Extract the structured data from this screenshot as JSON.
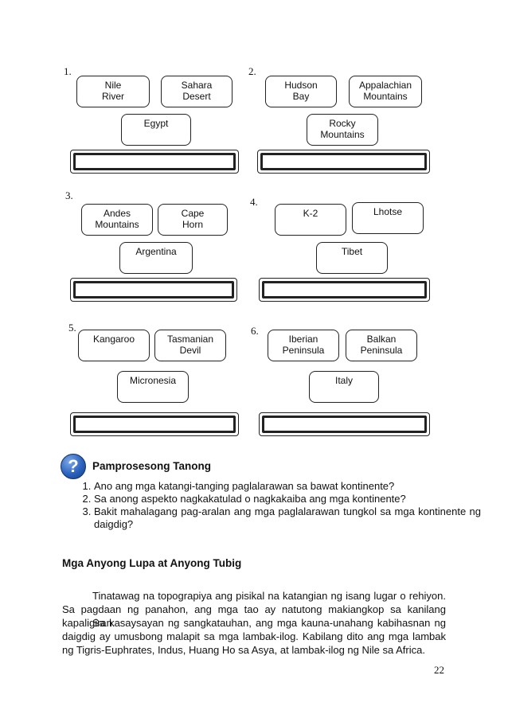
{
  "exercises": [
    {
      "number": "1.",
      "boxes": [
        "Nile\nRiver",
        "Sahara\nDesert",
        "Egypt"
      ]
    },
    {
      "number": "2.",
      "boxes": [
        "Hudson\nBay",
        "Appalachian\nMountains",
        "Rocky\nMountains"
      ]
    },
    {
      "number": "3.",
      "boxes": [
        "Andes\nMountains",
        "Cape\nHorn",
        "Argentina"
      ]
    },
    {
      "number": "4.",
      "boxes": [
        "K-2",
        "Lhotse",
        "Tibet"
      ]
    },
    {
      "number": "5.",
      "boxes": [
        "Kangaroo",
        "Tasmanian\nDevil",
        "Micronesia"
      ]
    },
    {
      "number": "6.",
      "boxes": [
        "Iberian\nPeninsula",
        "Balkan\nPeninsula",
        "Italy"
      ]
    }
  ],
  "process_questions": {
    "icon": "question-mark-icon",
    "title": "Pamprosesong Tanong",
    "items": [
      "Ano ang mga katangi-tanging paglalarawan sa bawat kontinente?",
      "Sa anong aspekto nagkakatulad o nagkakaiba ang mga kontinente?",
      "Bakit mahalagang pag-aralan ang mga paglalarawan tungkol sa mga kontinente ng daigdig?"
    ]
  },
  "section": {
    "heading": "Mga Anyong Lupa at Anyong Tubig",
    "paragraphs": [
      "Tinatawag na topograpiya ang pisikal na katangian ng isang lugar o rehiyon. Sa pagdaan ng panahon, ang mga tao ay natutong makiangkop sa kanilang kapaligiran.",
      "Sa kasaysayan ng sangkatauhan, ang mga kauna-unahang kabihasnan ng daigdig ay umusbong malapit sa mga lambak-ilog. Kabilang dito ang mga lambak ng Tigris-Euphrates, Indus, Huang Ho sa Asya, at lambak-ilog ng Nile sa Africa."
    ]
  },
  "page_number": "22"
}
